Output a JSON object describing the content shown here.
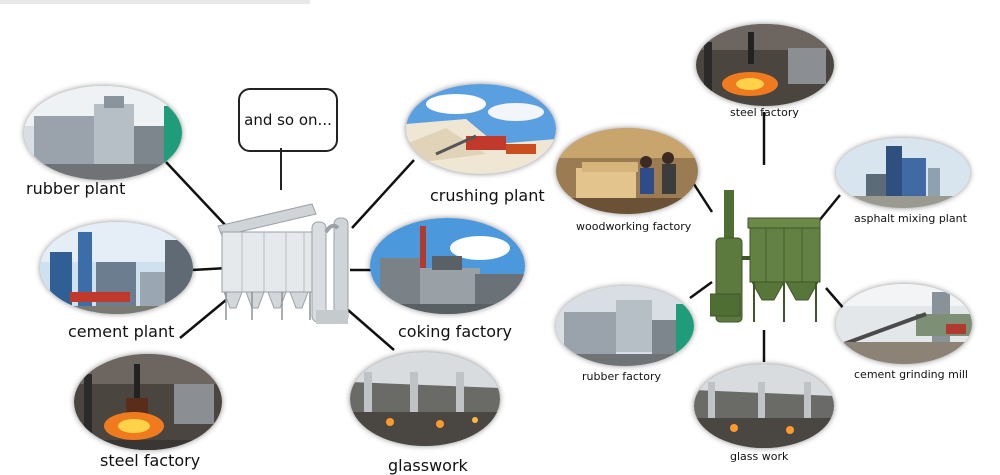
{
  "left_diagram": {
    "bubble_text": "and so on...",
    "nodes": [
      {
        "label": "rubber plant",
        "icon": "rubber-plant-photo"
      },
      {
        "label": "cement plant",
        "icon": "cement-plant-photo"
      },
      {
        "label": "steel factory",
        "icon": "steel-factory-photo"
      },
      {
        "label": "crushing plant",
        "icon": "crushing-plant-photo"
      },
      {
        "label": "coking factory",
        "icon": "coking-factory-photo"
      },
      {
        "label": "glasswork",
        "icon": "glasswork-photo"
      }
    ],
    "center_icon": "baghouse-dust-collector"
  },
  "right_diagram": {
    "nodes": [
      {
        "label": "steel factory",
        "icon": "steel-factory-photo"
      },
      {
        "label": "woodworking factory",
        "icon": "woodworking-photo"
      },
      {
        "label": "asphalt mixing plant",
        "icon": "asphalt-plant-photo"
      },
      {
        "label": "rubber factory",
        "icon": "rubber-factory-photo"
      },
      {
        "label": "cement grinding mill",
        "icon": "cement-mill-photo"
      },
      {
        "label": "glass work",
        "icon": "glass-work-photo"
      }
    ],
    "center_icon": "green-dust-collector"
  },
  "colors": {
    "line": "#111111",
    "collector_left": "#dfe3e6",
    "collector_right": "#5c7a3e"
  }
}
